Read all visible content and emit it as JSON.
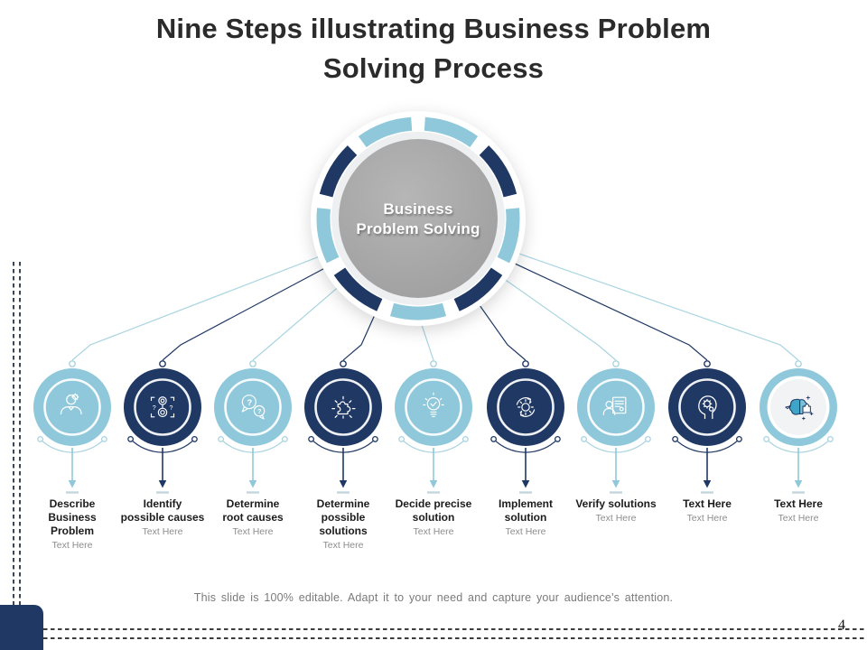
{
  "title": {
    "text": "Nine Steps illustrating Business Problem\nSolving Process"
  },
  "hub": {
    "label": "Business\nProblem Solving"
  },
  "theme": {
    "light": "#8ec8da",
    "dark": "#1f3864",
    "pale": "#f1f3f4",
    "light_line": "#a9d4e0",
    "gray_dash": "#c4d6dd",
    "hub_gray": "#a8a8a8",
    "icon_blue": "#3fa5c8"
  },
  "diagram": {
    "nodes": [
      {
        "title": "Describe\nBusiness\nProblem",
        "subtitle": "Text Here",
        "icon": "person-gear-icon",
        "tone": "light"
      },
      {
        "title": "Identify\npossible causes",
        "subtitle": "Text Here",
        "icon": "cause-scan-icon",
        "tone": "dark"
      },
      {
        "title": "Determine\nroot causes",
        "subtitle": "Text Here",
        "icon": "question-bubbles-icon",
        "tone": "light"
      },
      {
        "title": "Determine\npossible\nsolutions",
        "subtitle": "Text Here",
        "icon": "puzzle-burst-icon",
        "tone": "dark"
      },
      {
        "title": "Decide precise\nsolution",
        "subtitle": "Text Here",
        "icon": "bulb-check-icon",
        "tone": "light"
      },
      {
        "title": "Implement\nsolution",
        "subtitle": "Text Here",
        "icon": "gear-sync-icon",
        "tone": "dark"
      },
      {
        "title": "Verify solutions",
        "subtitle": "Text Here",
        "icon": "person-board-icon",
        "tone": "light"
      },
      {
        "title": "Text Here",
        "subtitle": "Text Here",
        "icon": "head-gears-icon",
        "tone": "dark"
      },
      {
        "title": "Text Here",
        "subtitle": "Text Here",
        "icon": "brain-parts-icon",
        "tone": "pale"
      }
    ]
  },
  "footer": {
    "note": "This slide is 100% editable. Adapt it to your need and capture your audience's attention."
  },
  "page_number": "4"
}
